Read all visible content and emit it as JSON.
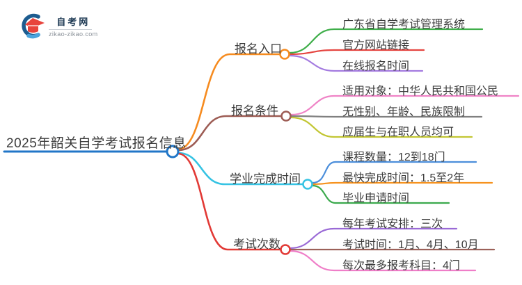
{
  "logo": {
    "title": "自考网",
    "domain": "zikao-zikao.com",
    "colors": {
      "cap": "#e8433c",
      "swoosh_dark": "#1d5c8f",
      "swoosh_light": "#4aa3dc",
      "title_text": "#1e3a54",
      "domain_text": "#8a9199"
    }
  },
  "root": {
    "label": "2025年韶关自学考试报名信息",
    "color": "#2176c7"
  },
  "branches": [
    {
      "label": "报名入口",
      "color": "#f68b1f",
      "children": [
        {
          "label": "广东省自学考试管理系统",
          "color": "#3fae4a"
        },
        {
          "label": "官方网站链接",
          "color": "#e54540"
        },
        {
          "label": "在线报名时间",
          "color": "#a47be0"
        }
      ]
    },
    {
      "label": "报名条件",
      "color": "#9d5c54",
      "children": [
        {
          "label": "适用对象：中华人民共和国公民",
          "color": "#ef83c6"
        },
        {
          "label": "无性别、年龄、民族限制",
          "color": "#808080"
        },
        {
          "label": "应届生与在职人员均可",
          "color": "#c2c633"
        }
      ]
    },
    {
      "label": "学业完成时间",
      "color": "#36c3e3",
      "children": [
        {
          "label": "课程数量：12到18门",
          "color": "#4b8edb"
        },
        {
          "label": "最快完成时间：1.5至2年",
          "color": "#f6921e"
        },
        {
          "label": "毕业申请时间",
          "color": "#3aa94c"
        }
      ]
    },
    {
      "label": "考试次数",
      "color": "#e23a36",
      "children": [
        {
          "label": "每年考试安排：三次",
          "color": "#9a6ad6"
        },
        {
          "label": "考试时间：1月、4月、10月",
          "color": "#9c6159"
        },
        {
          "label": "每次最多报考科目：4门",
          "color": "#ef7ec8"
        }
      ]
    }
  ],
  "theme": {
    "text_color": "#3c3c3c",
    "background": "#ffffff",
    "node_fill": "#ffffff"
  }
}
